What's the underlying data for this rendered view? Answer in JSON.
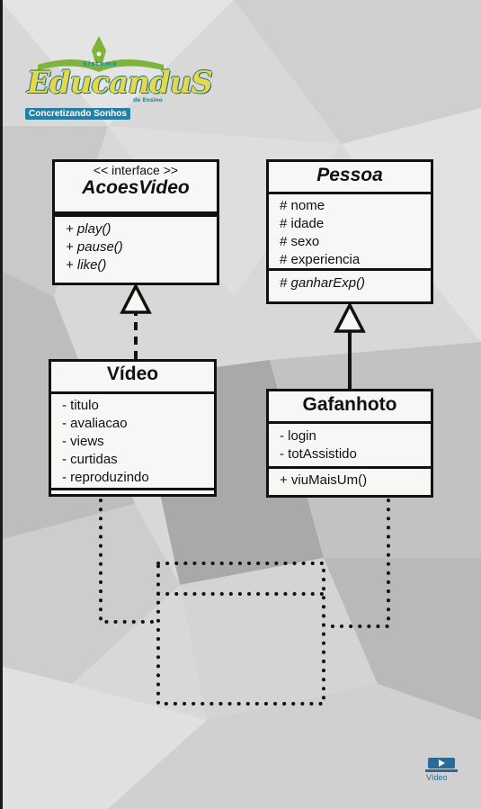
{
  "logo": {
    "sistema": "Sistema",
    "brand": "EducanduS",
    "de_ensino": "de Ensino",
    "slogan": "Concretizando Sonhos"
  },
  "diagram": {
    "acoes_video": {
      "stereotype": "<< interface >>",
      "name": "AcoesVideo",
      "methods": [
        "+ play()",
        "+ pause()",
        "+ like()"
      ]
    },
    "pessoa": {
      "name": "Pessoa",
      "attributes": [
        "# nome",
        "# idade",
        "# sexo",
        "# experiencia"
      ],
      "methods": [
        "# ganharExp()"
      ]
    },
    "video": {
      "name": "Vídeo",
      "attributes": [
        "- titulo",
        "- avaliacao",
        "- views",
        "- curtidas",
        "- reproduzindo"
      ]
    },
    "gafanhoto": {
      "name": "Gafanhoto",
      "attributes": [
        "- login",
        "- totAssistido"
      ],
      "methods": [
        "+ viuMaisUm()"
      ]
    }
  },
  "corner_logo": {
    "text": "Vídeo"
  },
  "colors": {
    "line": "#111111",
    "box_fill": "#f7f7f5",
    "brand_teal": "#1a8ea0",
    "brand_yellow": "#e6d84a"
  }
}
